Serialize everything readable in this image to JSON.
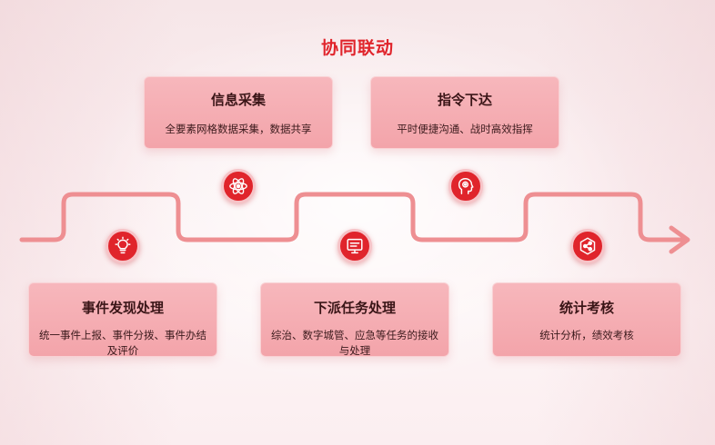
{
  "title": "协同联动",
  "colors": {
    "accent": "#e0242b",
    "card": "#f4a9af",
    "line": "#ee8f92"
  },
  "cards": {
    "info_collect": {
      "title": "信息采集",
      "desc": "全要素网格数据采集，数据共享",
      "icon": "atom-icon"
    },
    "command_dispatch": {
      "title": "指令下达",
      "desc": "平时便捷沟通、战时高效指挥",
      "icon": "brain-head-icon"
    },
    "event_handle": {
      "title": "事件发现处理",
      "desc": "统一事件上报、事件分拨、事件办结及评价",
      "icon": "lightbulb-icon"
    },
    "task_dispatch": {
      "title": "下派任务处理",
      "desc": "综治、数字城管、应急等任务的接收与处理",
      "icon": "monitor-icon"
    },
    "stats_assess": {
      "title": "统计考核",
      "desc": "统计分析，绩效考核",
      "icon": "share-nodes-icon"
    }
  }
}
